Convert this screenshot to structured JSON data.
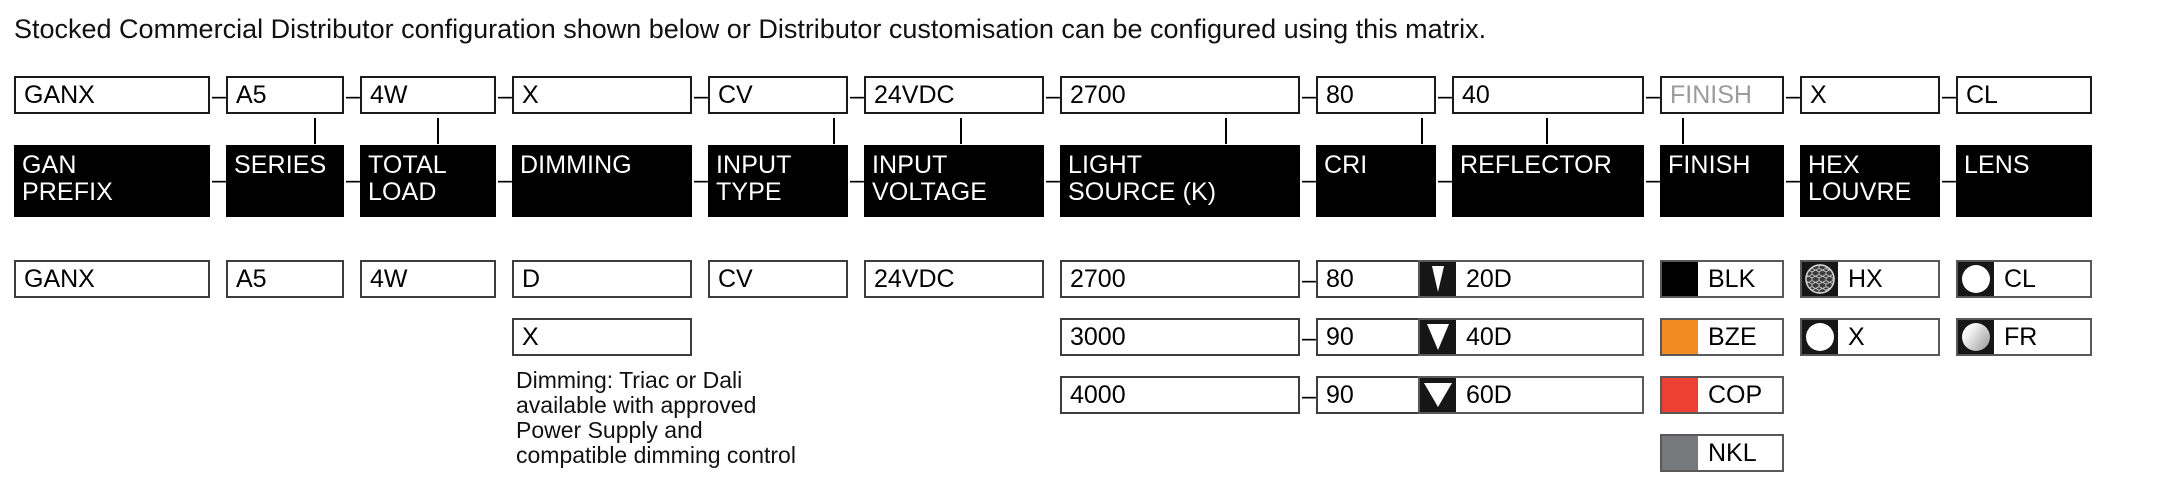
{
  "intro": "Stocked Commercial Distributor configuration shown below or Distributor customisation can be configured using this matrix.",
  "separator": "–",
  "colors": {
    "header_bg": "#000000",
    "blk": "#000000",
    "bze": "#F28B22",
    "cop": "#EE4136",
    "nkl": "#76797C",
    "icon_bg": "#161616",
    "placeholder_text": "#9b9b9b"
  },
  "configuration_row": [
    {
      "name": "gan-prefix",
      "value": "GANX"
    },
    {
      "name": "series",
      "value": "A5"
    },
    {
      "name": "total-load",
      "value": "4W"
    },
    {
      "name": "dimming",
      "value": "X"
    },
    {
      "name": "input-type",
      "value": "CV"
    },
    {
      "name": "input-voltage",
      "value": "24VDC"
    },
    {
      "name": "light-source",
      "value": "2700"
    },
    {
      "name": "cri",
      "value": "80"
    },
    {
      "name": "reflector",
      "value": "40"
    },
    {
      "name": "finish",
      "value": "FINISH",
      "placeholder": true
    },
    {
      "name": "hex-louvre",
      "value": "X"
    },
    {
      "name": "lens",
      "value": "CL"
    }
  ],
  "headers": [
    {
      "name": "gan-prefix",
      "label": "GAN\nPREFIX"
    },
    {
      "name": "series",
      "label": "SERIES"
    },
    {
      "name": "total-load",
      "label": "TOTAL\nLOAD"
    },
    {
      "name": "dimming",
      "label": "DIMMING"
    },
    {
      "name": "input-type",
      "label": "INPUT\nTYPE"
    },
    {
      "name": "input-voltage",
      "label": "INPUT\nVOLTAGE"
    },
    {
      "name": "light-source",
      "label": "LIGHT\nSOURCE (K)"
    },
    {
      "name": "cri",
      "label": "CRI"
    },
    {
      "name": "reflector",
      "label": "REFLECTOR"
    },
    {
      "name": "finish",
      "label": "FINISH"
    },
    {
      "name": "hex-louvre",
      "label": "HEX\nLOUVRE"
    },
    {
      "name": "lens",
      "label": "LENS"
    }
  ],
  "options": {
    "gan_prefix": [
      "GANX"
    ],
    "series": [
      "A5"
    ],
    "total_load": [
      "4W"
    ],
    "dimming": [
      "D",
      "X"
    ],
    "input_type": [
      "CV"
    ],
    "input_voltage": [
      "24VDC"
    ],
    "light_source": [
      "2700",
      "3000",
      "4000"
    ],
    "cri": [
      "80",
      "90",
      "90"
    ],
    "reflector": [
      {
        "code": "20D",
        "icon": "beam-cone-20-icon"
      },
      {
        "code": "40D",
        "icon": "beam-cone-40-icon"
      },
      {
        "code": "60D",
        "icon": "beam-cone-60-icon"
      }
    ],
    "finish": [
      {
        "code": "BLK",
        "swatch": "#000000",
        "icon": "swatch-black-icon"
      },
      {
        "code": "BZE",
        "swatch": "#F28B22",
        "icon": "swatch-bronze-icon"
      },
      {
        "code": "COP",
        "swatch": "#EE4136",
        "icon": "swatch-copper-icon"
      },
      {
        "code": "NKL",
        "swatch": "#76797C",
        "icon": "swatch-nickel-icon"
      }
    ],
    "hex_louvre": [
      {
        "code": "HX",
        "icon": "honeycomb-louvre-icon"
      },
      {
        "code": "X",
        "icon": "open-circle-icon"
      }
    ],
    "lens": [
      {
        "code": "CL",
        "icon": "clear-lens-icon"
      },
      {
        "code": "FR",
        "icon": "frosted-lens-icon"
      }
    ]
  },
  "dimming_note": "Dimming: Triac or Dali\navailable with approved\nPower Supply and\ncompatible dimming control"
}
